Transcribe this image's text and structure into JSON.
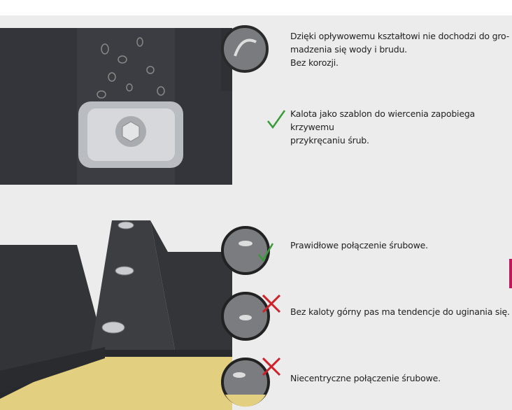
{
  "features": [
    {
      "lines": [
        "Dzięki opływowemu kształtowi nie dochodzi do gro-",
        "madzenia się wody i brudu.",
        "Bez korozji."
      ],
      "mark": "none"
    },
    {
      "lines": [
        "Kalota jako szablon do wiercenia zapobiega krzywemu",
        "przykręcaniu śrub."
      ],
      "mark": "check-icon"
    }
  ],
  "comparisons": [
    {
      "text": "Prawidłowe połączenie śrubowe.",
      "mark": "check-icon"
    },
    {
      "text": "Bez kaloty górny pas ma tendencje do uginania się.",
      "mark": "cross-icon"
    },
    {
      "text": "Niecentryczne połączenie śrubowe.",
      "mark": "cross-icon"
    }
  ],
  "colors": {
    "check": "#3a9a3a",
    "cross": "#d0202a",
    "panel": "#3a3b3d",
    "insulation": "#e8d48a",
    "accent": "#c2185b"
  }
}
